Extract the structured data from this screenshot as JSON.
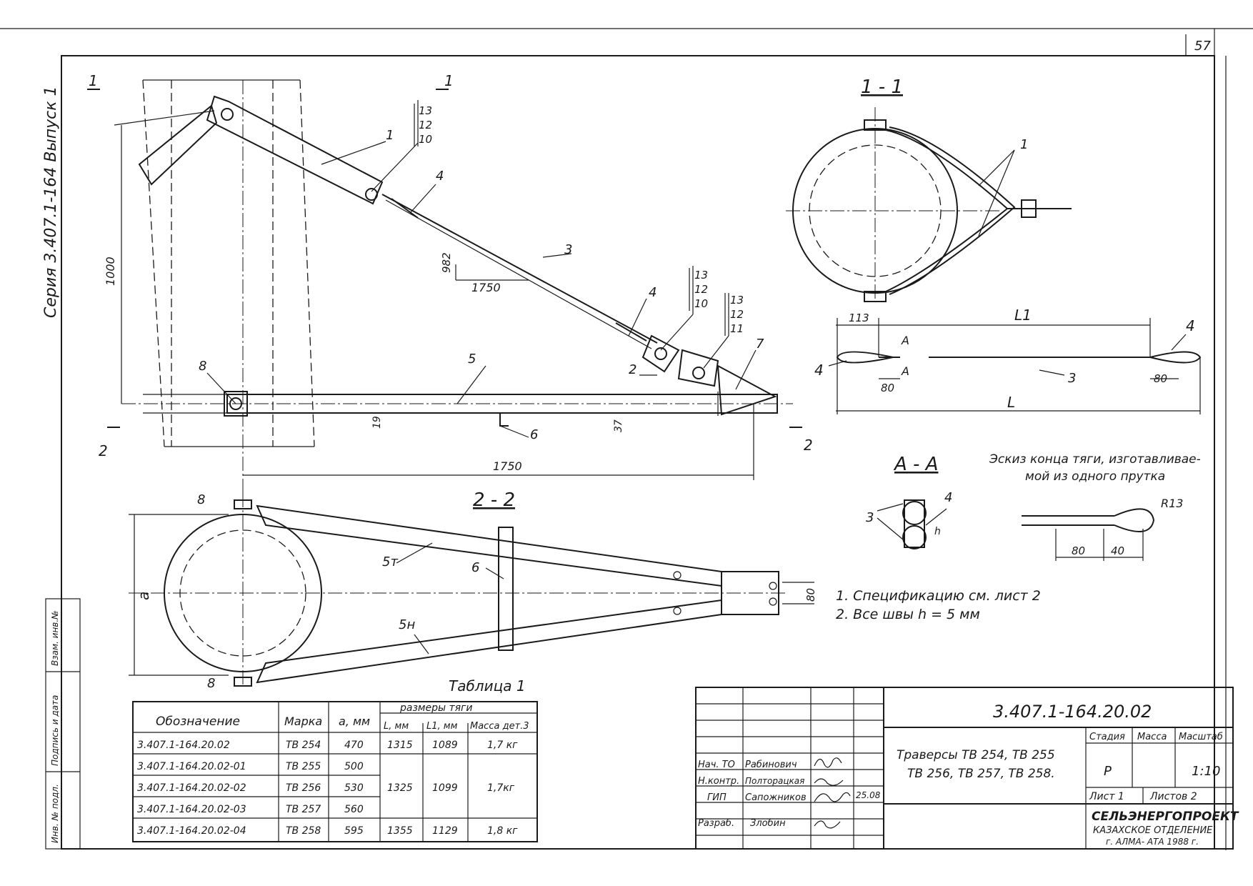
{
  "sheet": {
    "number": "57"
  },
  "side": {
    "series": "Серия 3.407.1-164 Выпуск 1",
    "stamp": [
      "Инв. № подл.",
      "Подпись и дата",
      "Взам. инв.№"
    ]
  },
  "views": {
    "main": {
      "section_mark": "1",
      "section2": "2",
      "dim_1000": "1000",
      "dim_982": "982",
      "dim_1750_a": "1750",
      "dim_1750_b": "1750",
      "dim_19": "19",
      "dim_37": "37",
      "pos": {
        "p1": "1",
        "p2": "2",
        "p3": "3",
        "p4a": "4",
        "p4b": "4",
        "p5": "5",
        "p6": "6",
        "p7": "7",
        "p8": "8"
      },
      "stack1": [
        "13",
        "12",
        "10"
      ],
      "stack2": [
        "13",
        "12",
        "10"
      ],
      "stack3": [
        "13",
        "12",
        "11"
      ]
    },
    "s11": {
      "title": "1 - 1",
      "pos": "1"
    },
    "s22": {
      "title": "2 - 2",
      "dim_a": "a",
      "dim_80": "80",
      "p5t": "5т",
      "p5n": "5н",
      "p6": "6",
      "p8a": "8",
      "p8b": "8"
    },
    "rod": {
      "L1": "L1",
      "L": "L",
      "d113": "113",
      "d80a": "80",
      "d80b": "80",
      "A": "A",
      "p3": "3",
      "p4a": "4",
      "p4b": "4"
    },
    "aa": {
      "title": "A - A",
      "p3": "3",
      "p4": "4",
      "h": "h"
    },
    "sketch": {
      "caption1": "Эскиз конца тяги, изготавливае-",
      "caption2": "мой из одного прутка",
      "r": "R13",
      "d80": "80",
      "d40": "40"
    }
  },
  "notes": [
    "1. Спецификацию    см.  лист 2",
    "2. Все    швы     h = 5 мм"
  ],
  "table": {
    "title": "Таблица 1",
    "headers": {
      "designation": "Обозначение",
      "mark": "Марка",
      "a": "a, мм",
      "group": "размеры  тяги",
      "L": "L, мм",
      "L1": "L1, мм",
      "mass": "Масса дет.3"
    },
    "rows": [
      {
        "designation": "3.407.1-164.20.02",
        "mark": "ТВ 254",
        "a": "470"
      },
      {
        "designation": "3.407.1-164.20.02-01",
        "mark": "ТВ 255",
        "a": "500"
      },
      {
        "designation": "3.407.1-164.20.02-02",
        "mark": "ТВ 256",
        "a": "530"
      },
      {
        "designation": "3.407.1-164.20.02-03",
        "mark": "ТВ 257",
        "a": "560"
      },
      {
        "designation": "3.407.1-164.20.02-04",
        "mark": "ТВ 258",
        "a": "595"
      }
    ],
    "rod_groups": [
      {
        "L": "1315",
        "L1": "1089",
        "mass": "1,7 кг"
      },
      {
        "L": "1325",
        "L1": "1099",
        "mass": "1,7кг"
      },
      {
        "L": "1355",
        "L1": "1129",
        "mass": "1,8 кг"
      }
    ]
  },
  "titleblock": {
    "code": "3.407.1-164.20.02",
    "title_line1": "Траверсы  ТВ 254,  ТВ 255",
    "title_line2": "ТВ 256,  ТВ 257,  ТВ 258.",
    "stage_label": "Стадия",
    "mass_label": "Масса",
    "scale_label": "Масштаб",
    "stage": "Р",
    "scale": "1:10",
    "sheet_label": "Лист 1",
    "sheets_label": "Листов 2",
    "org1": "СЕЛЬЭНЕРГОПРОЕКТ",
    "org2": "КАЗАХСКОЕ  ОТДЕЛЕНИЕ",
    "org3": "г. АЛМА- АТА  1988 г.",
    "date": "25.08",
    "people": [
      {
        "role": "Нач. ТО",
        "name": "Рабинович"
      },
      {
        "role": "Н.контр.",
        "name": "Полторацкая"
      },
      {
        "role": "ГИП",
        "name": "Сапожников"
      },
      {
        "role": "Разраб.",
        "name": "Злобин"
      }
    ]
  }
}
